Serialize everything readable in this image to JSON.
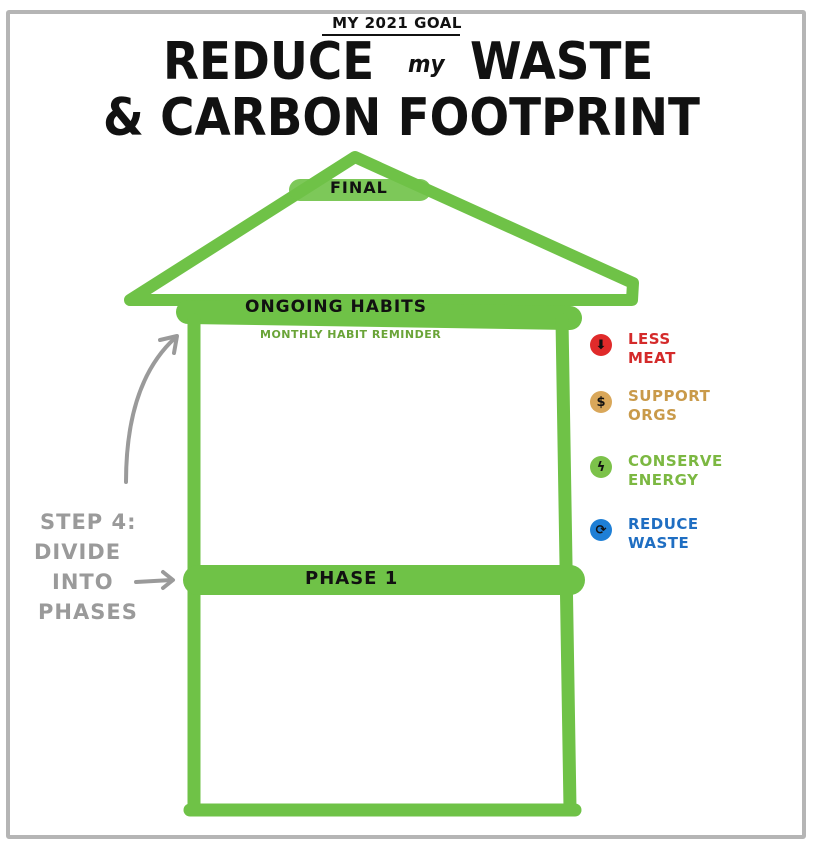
{
  "header": {
    "goal_label": "MY 2021 GOAL",
    "title_part1": "REDUCE",
    "title_connector": "my",
    "title_part2": "WASTE",
    "title_line2": "& CARBON FOOTPRINT"
  },
  "house": {
    "roof_label": "FINAL",
    "habits_label": "ONGOING HABITS",
    "habits_sublabel": "MONTHLY HABIT REMINDER",
    "phase_label": "PHASE 1",
    "color": "#6fc247"
  },
  "annotation": {
    "lines": [
      "STEP 4:",
      "DIVIDE",
      "INTO",
      "PHASES"
    ],
    "color": "#9a9a9a"
  },
  "legend": [
    {
      "icon": "down-arrow-icon",
      "glyph": "⬇",
      "line1": "LESS",
      "line2": "MEAT",
      "color": "#d42a2a",
      "icon_color": "#e02a2a"
    },
    {
      "icon": "dollar-icon",
      "glyph": "$",
      "line1": "SUPPORT",
      "line2": "ORGS",
      "color": "#c99a4a",
      "icon_color": "#d9a75a"
    },
    {
      "icon": "lightning-icon",
      "glyph": "ϟ",
      "line1": "CONSERVE",
      "line2": "ENERGY",
      "color": "#7cb842",
      "icon_color": "#7cc24a"
    },
    {
      "icon": "recycle-icon",
      "glyph": "⟳",
      "line1": "REDUCE",
      "line2": "WASTE",
      "color": "#1f6ec2",
      "icon_color": "#1e7fd6"
    }
  ]
}
